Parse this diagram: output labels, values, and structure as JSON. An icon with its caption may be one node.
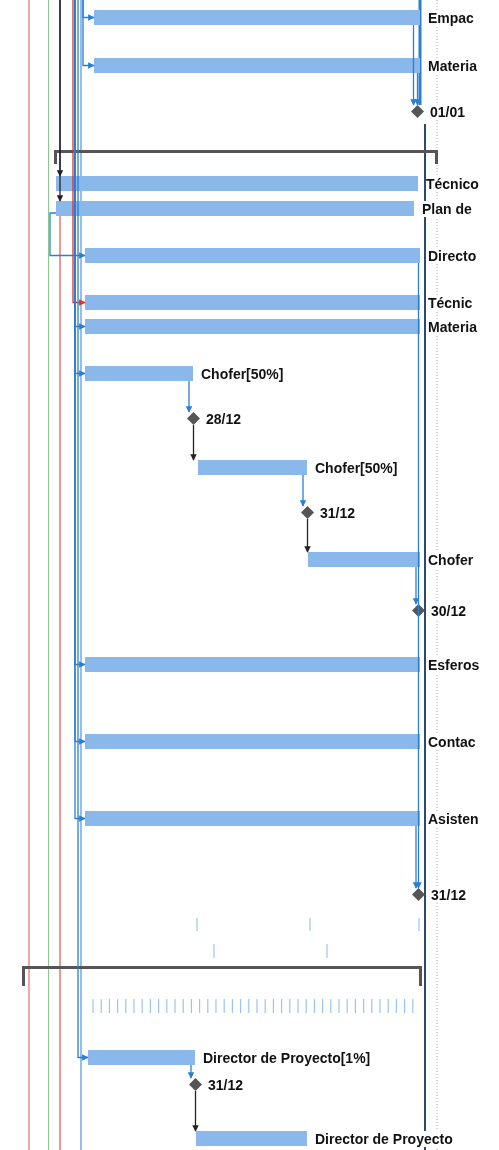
{
  "diagram": {
    "nodes": [
      {
        "text": [],
        "shape": "bar",
        "beside": [
          "Empac"
        ]
      },
      {
        "text": [],
        "shape": "bar",
        "beside": [
          "Materia"
        ]
      },
      {
        "text": [],
        "shape": "diamond",
        "beside": [
          "01/01"
        ]
      },
      {
        "text": [],
        "shape": "bar"
      },
      {
        "text": [],
        "shape": "bar",
        "beside": [
          "Técnico"
        ]
      },
      {
        "text": [],
        "shape": "bar",
        "beside": [
          "Plan de"
        ]
      },
      {
        "text": [],
        "shape": "bar",
        "beside": [
          "Directo"
        ]
      },
      {
        "text": [],
        "shape": "bar",
        "beside": [
          "Técnic"
        ]
      },
      {
        "text": [],
        "shape": "bar",
        "beside": [
          "Materia"
        ]
      },
      {
        "text": [],
        "shape": "bar",
        "beside": [
          "Chofer[50%]"
        ]
      },
      {
        "text": [],
        "shape": "diamond",
        "beside": [
          "28/12"
        ]
      },
      {
        "text": [],
        "shape": "bar",
        "beside": [
          "Chofer[50%]"
        ]
      },
      {
        "text": [],
        "shape": "diamond",
        "beside": [
          "31/12"
        ]
      },
      {
        "text": [],
        "shape": "bar",
        "beside": [
          "Chofer"
        ]
      },
      {
        "text": [],
        "shape": "diamond",
        "beside": [
          "30/12"
        ]
      },
      {
        "text": [],
        "shape": "bar",
        "beside": [
          "Esferos"
        ]
      },
      {
        "text": [],
        "shape": "bar",
        "beside": [
          "Contac"
        ]
      },
      {
        "text": [],
        "shape": "bar",
        "beside": [
          "Asisten"
        ]
      },
      {
        "text": [],
        "shape": "diamond",
        "beside": [
          "31/12"
        ]
      },
      {
        "text": [],
        "shape": "bar"
      },
      {
        "text": [],
        "shape": "bar",
        "beside": [
          "Director de Proyecto[1%]"
        ]
      },
      {
        "text": [],
        "shape": "diamond",
        "beside": [
          "31/12"
        ]
      },
      {
        "text": [],
        "shape": "bar",
        "beside": [
          "Director de Proyecto"
        ]
      }
    ],
    "edges": [
      {
        "from": 0,
        "to": 2,
        "arrow": "to"
      },
      {
        "from": 1,
        "to": 2,
        "arrow": "to"
      },
      {
        "from": null,
        "to": 0,
        "arrow": "to"
      },
      {
        "from": null,
        "to": 1,
        "arrow": "to"
      },
      {
        "from": null,
        "to": 4,
        "arrow": "to",
        "color": "#222222"
      },
      {
        "from": null,
        "to": 5,
        "arrow": "to",
        "color": "#222222"
      },
      {
        "from": 5,
        "to": 6,
        "arrow": "to"
      },
      {
        "from": null,
        "to": 7,
        "arrow": "to",
        "color": "#e03030"
      },
      {
        "from": null,
        "to": 8,
        "arrow": "to"
      },
      {
        "from": null,
        "to": 9,
        "arrow": "to"
      },
      {
        "from": 9,
        "to": 10,
        "arrow": "to"
      },
      {
        "from": 10,
        "to": 11,
        "arrow": "to",
        "color": "#222222"
      },
      {
        "from": 11,
        "to": 12,
        "arrow": "to"
      },
      {
        "from": 12,
        "to": 13,
        "arrow": "to",
        "color": "#222222"
      },
      {
        "from": 13,
        "to": 14,
        "arrow": "to"
      },
      {
        "from": null,
        "to": 15,
        "arrow": "to"
      },
      {
        "from": null,
        "to": 16,
        "arrow": "to"
      },
      {
        "from": null,
        "to": 17,
        "arrow": "to"
      },
      {
        "from": 17,
        "to": 18,
        "arrow": "to"
      },
      {
        "from": null,
        "to": 20,
        "arrow": "to"
      },
      {
        "from": 20,
        "to": 21,
        "arrow": "to"
      },
      {
        "from": 21,
        "to": 22,
        "arrow": "to",
        "color": "#222222"
      },
      {
        "from": 6,
        "to": 18,
        "arrow": "to"
      }
    ]
  }
}
